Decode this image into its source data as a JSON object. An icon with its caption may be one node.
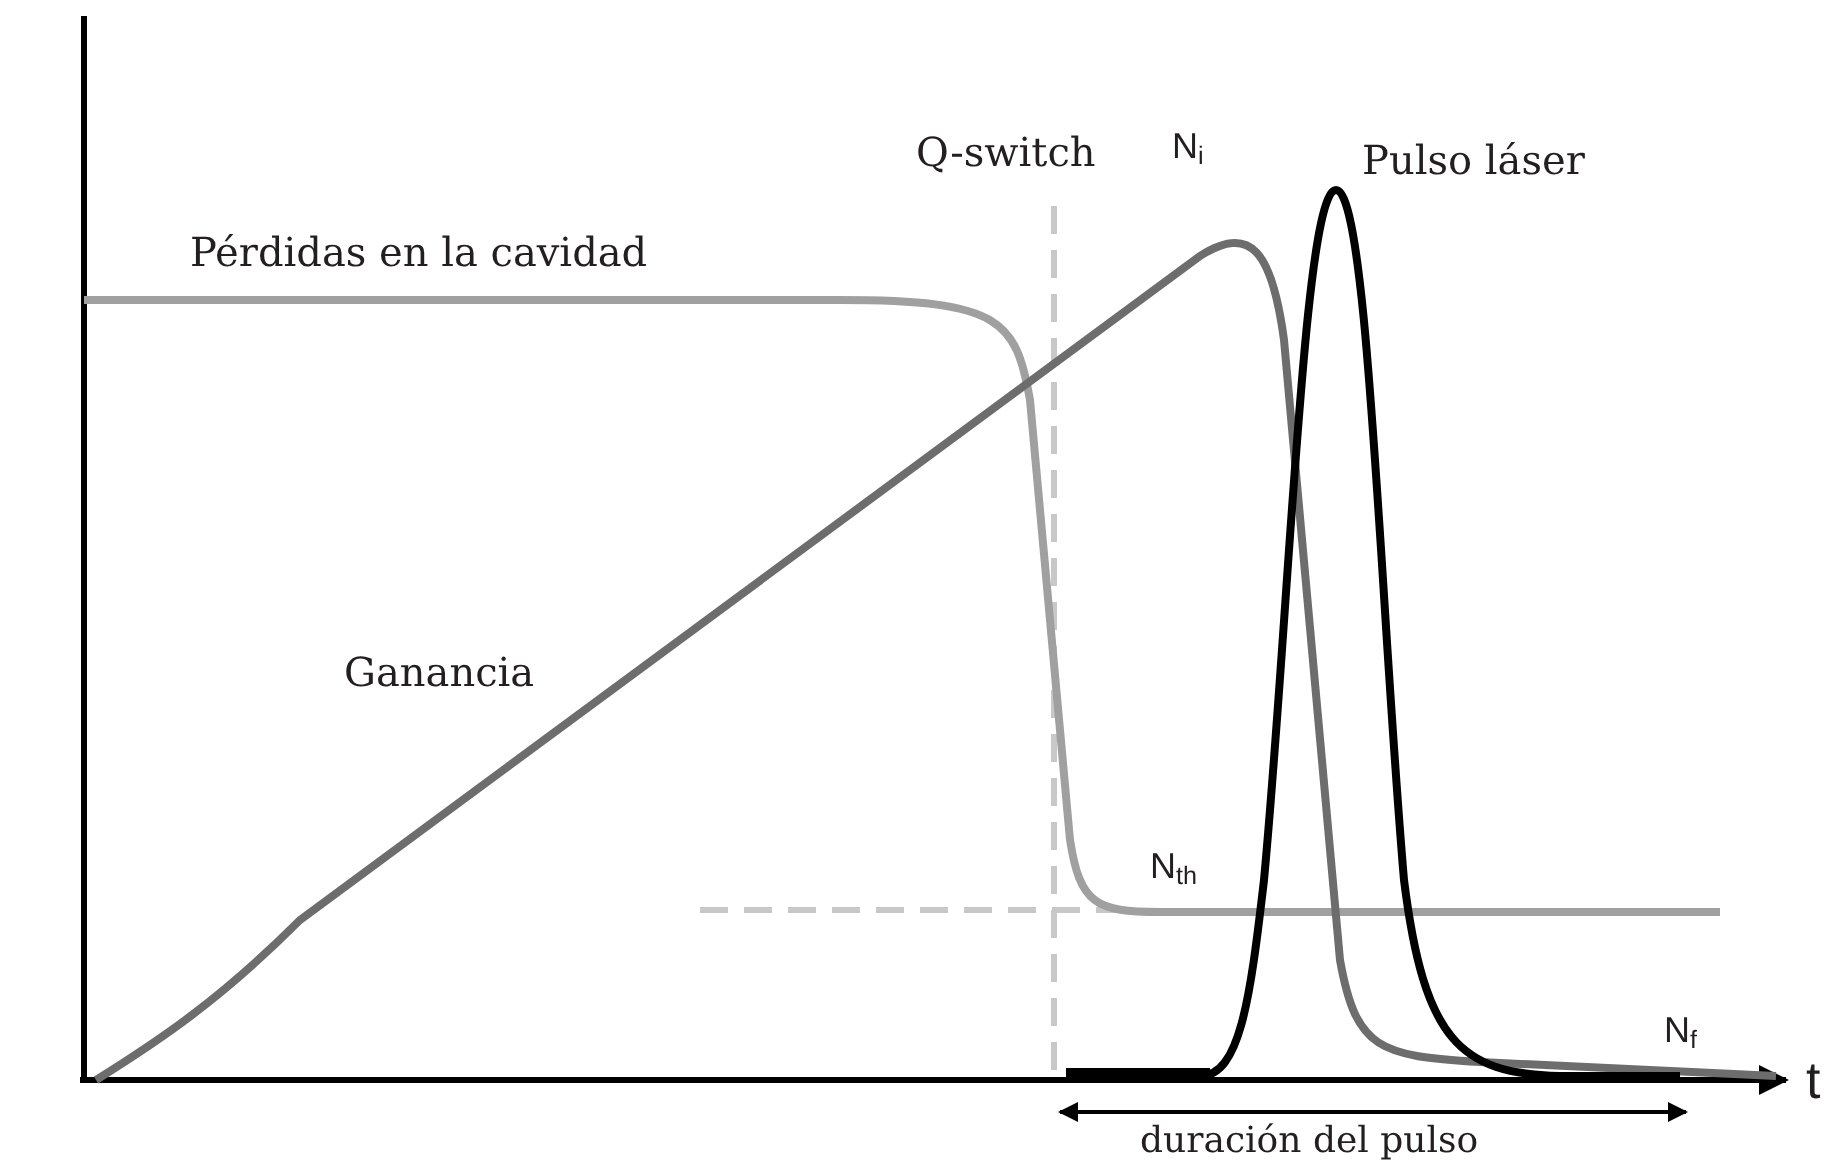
{
  "diagram": {
    "labels": [
      "Q-switch",
      "N$_{i}$",
      "Pulso láser",
      "Pérdidas en la cavidad",
      "Ganancia",
      "N$_{th}$",
      "N$_{f}$",
      "t",
      "duración del pulso"
    ]
  }
}
